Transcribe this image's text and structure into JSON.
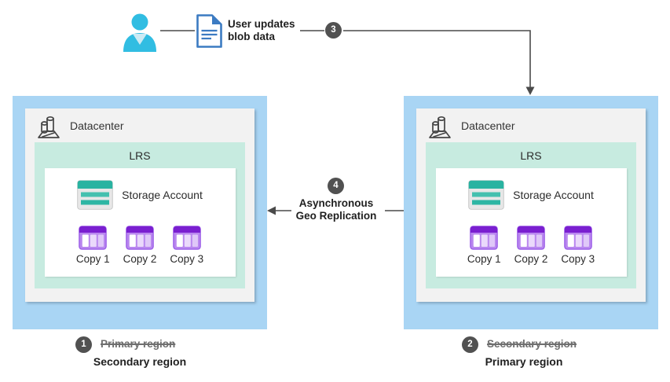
{
  "top_flow": {
    "label_line1": "User updates",
    "label_line2": "blob data",
    "step": "3"
  },
  "replication": {
    "step": "4",
    "label_line1": "Asynchronous",
    "label_line2": "Geo Replication"
  },
  "regions": [
    {
      "datacenter_label": "Datacenter",
      "lrs_label": "LRS",
      "storage_label": "Storage Account",
      "copies": [
        "Copy 1",
        "Copy 2",
        "Copy 3"
      ],
      "step": "1",
      "previous_role": "Primary region",
      "current_role": "Secondary region"
    },
    {
      "datacenter_label": "Datacenter",
      "lrs_label": "LRS",
      "storage_label": "Storage Account",
      "copies": [
        "Copy 1",
        "Copy 2",
        "Copy 3"
      ],
      "step": "2",
      "previous_role": "Secondary region",
      "current_role": "Primary region"
    }
  ],
  "icons": {
    "user": "person-icon",
    "document": "blob-document-icon",
    "datacenter": "datacenter-icon",
    "storage_account": "storage-account-icon",
    "copy": "table-copy-icon"
  },
  "colors": {
    "region_fill": "#a9d5f4",
    "datacenter_fill": "#f2f2f2",
    "lrs_fill": "#c7ebe0",
    "connector": "#4a4a4a",
    "badge_fill": "#515151",
    "user_icon": "#31bde2",
    "document_icon": "#3c7bc2",
    "storage_teal": "#29b3a1",
    "copy_purple": "#7a1fd0"
  }
}
